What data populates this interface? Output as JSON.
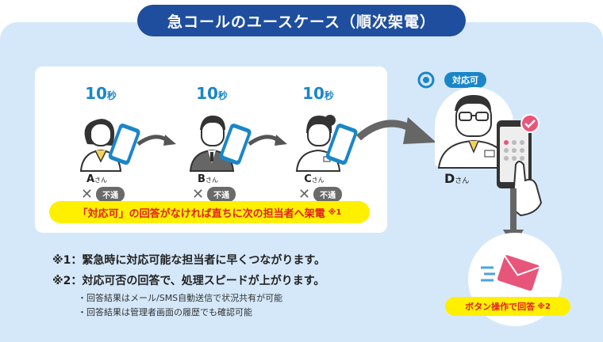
{
  "title": "急コールのユースケース（順次架電）",
  "flow": {
    "people": [
      {
        "seconds": "10",
        "seconds_unit": "秒",
        "name": "A",
        "suffix": "さん",
        "status": "不通"
      },
      {
        "seconds": "10",
        "seconds_unit": "秒",
        "name": "B",
        "suffix": "さん",
        "status": "不通"
      },
      {
        "seconds": "10",
        "seconds_unit": "秒",
        "name": "C",
        "suffix": "さん",
        "status": "不通"
      }
    ],
    "banner": "「対応可」の回答がなければ直ちに次の担当者へ架電",
    "banner_note": "※1"
  },
  "target": {
    "badge": "対応可",
    "name": "D",
    "suffix": "さん",
    "button_text": "ボタン操作で回答",
    "button_note": "※2"
  },
  "notes": {
    "n1": "※1：緊急時に対応可能な担当者に早くつながります。",
    "n2": "※2：対応可否の回答で、処理スピードが上がります。",
    "sub1": "・回答結果はメール/SMS自動送信で状況共有が可能",
    "sub2": "・回答結果は管理者画面の履歴でも確認可能"
  },
  "colors": {
    "navy": "#1f4e9e",
    "blue": "#1a86c8",
    "yellow": "#fff000",
    "red": "#e02020",
    "pink": "#e8557a"
  }
}
